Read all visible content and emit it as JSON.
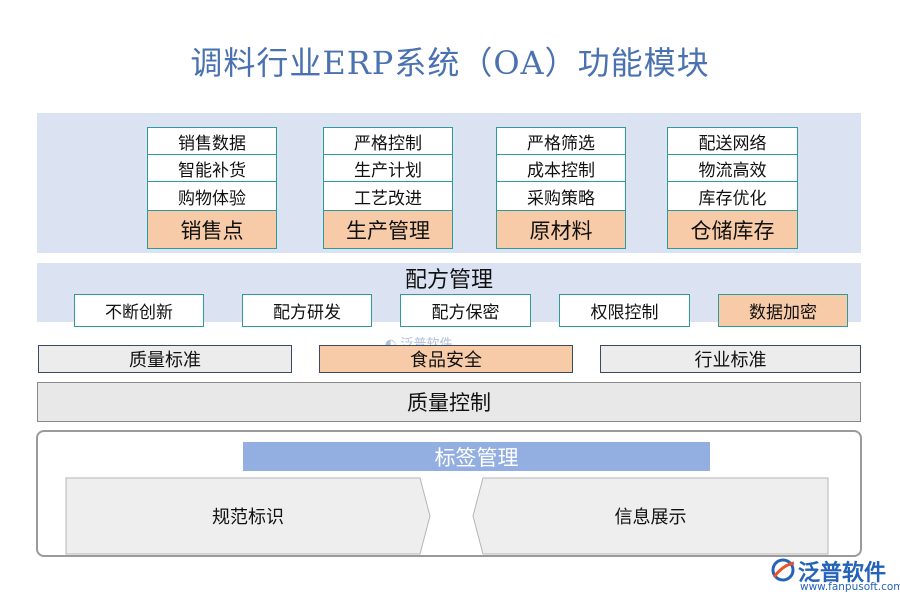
{
  "title": "调料行业ERP系统（OA）功能模块",
  "top_modules": [
    {
      "items": [
        "销售数据",
        "智能补货",
        "购物体验"
      ],
      "head": "销售点"
    },
    {
      "items": [
        "严格控制",
        "生产计划",
        "工艺改进"
      ],
      "head": "生产管理"
    },
    {
      "items": [
        "严格筛选",
        "成本控制",
        "采购策略"
      ],
      "head": "原材料"
    },
    {
      "items": [
        "配送网络",
        "物流高效",
        "库存优化"
      ],
      "head": "仓储库存"
    }
  ],
  "formula": {
    "title": "配方管理",
    "items": [
      "不断创新",
      "配方研发",
      "配方保密",
      "权限控制",
      "数据加密"
    ]
  },
  "standards": [
    "质量标准",
    "食品安全",
    "行业标准"
  ],
  "quality_control": "质量控制",
  "label_mgmt": {
    "title": "标签管理",
    "left": "规范标识",
    "right": "信息展示"
  },
  "watermark": "泛普软件",
  "logo": {
    "name": "泛普软件",
    "url": "www.fanpusoft.com"
  },
  "colors": {
    "title": "#4a72b0",
    "highlight": "#f8cba8",
    "band": "#dbe3f3",
    "label_head": "#93aee0"
  }
}
